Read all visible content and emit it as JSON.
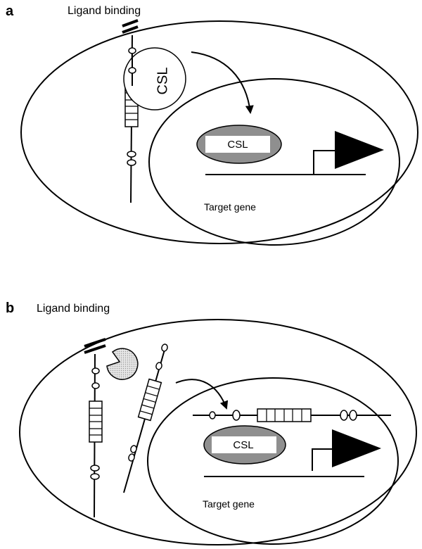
{
  "panel_a": {
    "letter": "a",
    "ligand_caption": "Ligand binding",
    "cytoplasm_csl": "CSL",
    "nuclear_csl": "CSL",
    "gene_label": "Target gene"
  },
  "panel_b": {
    "letter": "b",
    "ligand_caption": "Ligand binding",
    "nuclear_csl": "CSL",
    "gene_label": "Target gene"
  },
  "colors": {
    "csl_gray": "#8f8f8f",
    "protease_gray": "#d4d4d4",
    "line": "#000000"
  }
}
